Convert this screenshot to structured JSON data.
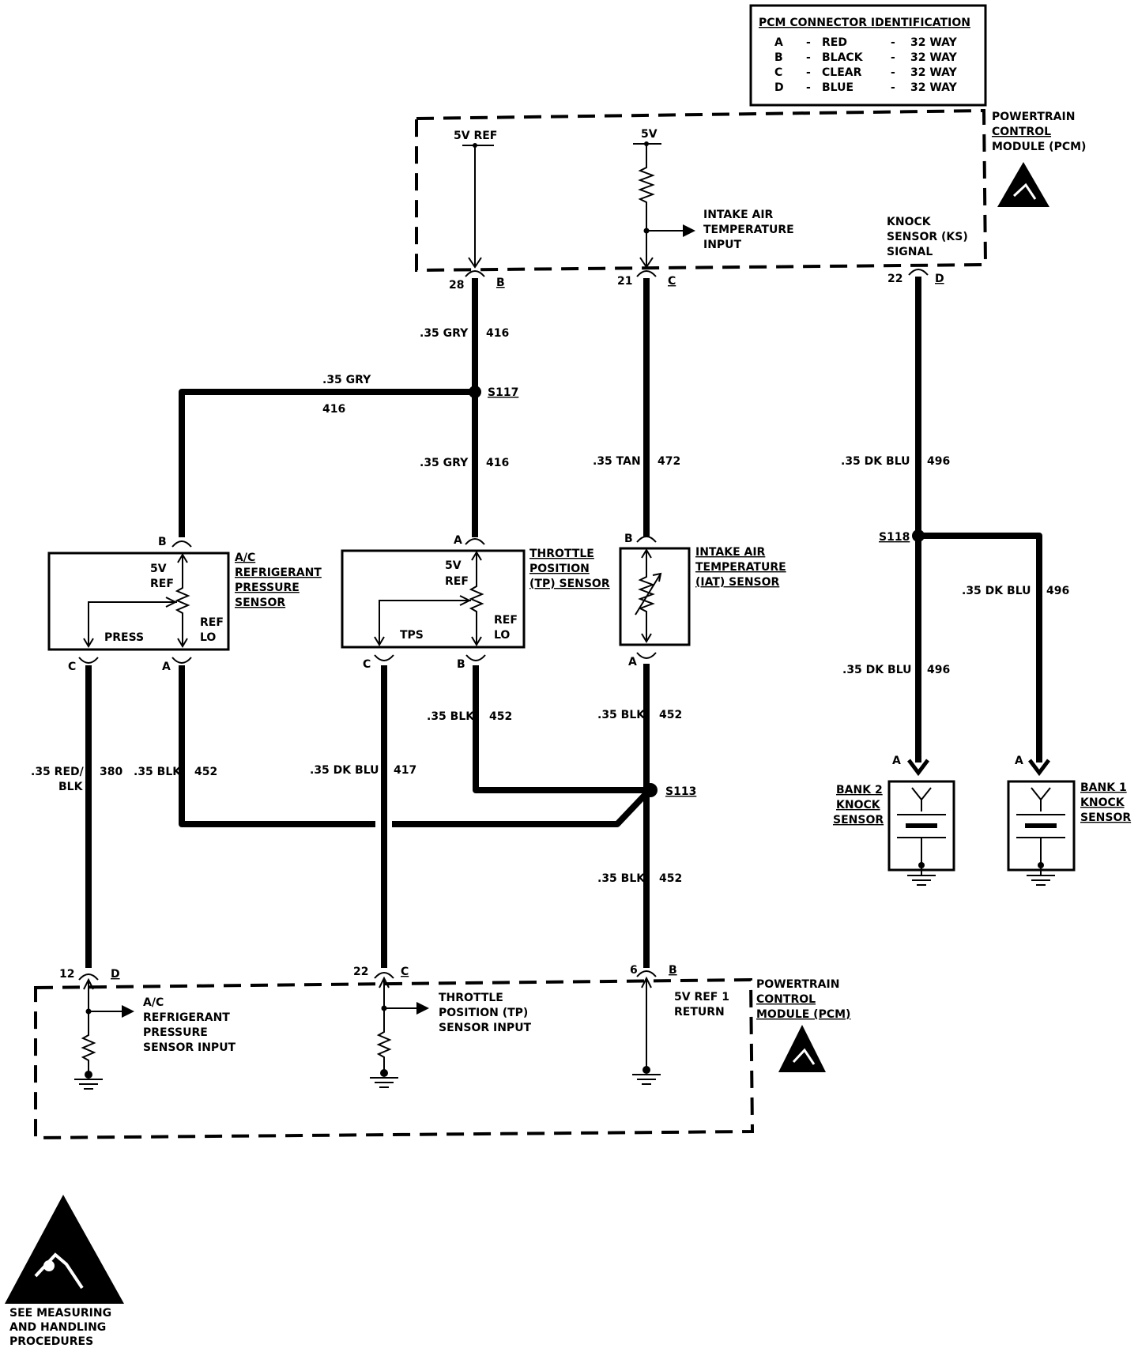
{
  "pcm_id": {
    "title": "PCM CONNECTOR IDENTIFICATION",
    "rows": [
      {
        "letter": "A",
        "sep": "-",
        "color": "RED",
        "sep2": "-",
        "ways": "32 WAY"
      },
      {
        "letter": "B",
        "sep": "-",
        "color": "BLACK",
        "sep2": "-",
        "ways": "32 WAY"
      },
      {
        "letter": "C",
        "sep": "-",
        "color": "CLEAR",
        "sep2": "-",
        "ways": "32 WAY"
      },
      {
        "letter": "D",
        "sep": "-",
        "color": "BLUE",
        "sep2": "-",
        "ways": "32 WAY"
      }
    ]
  },
  "pcm_top": {
    "label": [
      "POWERTRAIN",
      "CONTROL",
      "MODULE (PCM)"
    ],
    "five_v_ref": "5V  REF",
    "five_v": "5V",
    "iat_input": [
      "INTAKE AIR",
      "TEMPERATURE",
      "INPUT"
    ],
    "ks_signal": [
      "KNOCK",
      "SENSOR (KS)",
      "SIGNAL"
    ],
    "pins": [
      {
        "num": "28",
        "cav": "B"
      },
      {
        "num": "21",
        "cav": "C"
      },
      {
        "num": "22",
        "cav": "D"
      }
    ]
  },
  "wires": {
    "w416_a": {
      "gauge": ".35 GRY",
      "circuit": "416"
    },
    "w416_b": {
      "gauge": ".35 GRY",
      "circuit": "416"
    },
    "w416_c": {
      "gauge": ".35 GRY",
      "circuit": "416"
    },
    "w472": {
      "gauge": ".35 TAN",
      "circuit": "472"
    },
    "w496_a": {
      "gauge": ".35 DK BLU",
      "circuit": "496"
    },
    "w496_b": {
      "gauge": ".35 DK BLU",
      "circuit": "496"
    },
    "w496_c": {
      "gauge": ".35 DK BLU",
      "circuit": "496"
    },
    "w380": {
      "gauge_1": ".35 RED/",
      "gauge_2": "BLK",
      "circuit": "380"
    },
    "w452_ac": {
      "gauge": ".35 BLK",
      "circuit": "452"
    },
    "w417": {
      "gauge": ".35 DK BLU",
      "circuit": "417"
    },
    "w452_tp": {
      "gauge": ".35 BLK",
      "circuit": "452"
    },
    "w452_iat": {
      "gauge": ".35 BLK",
      "circuit": "452"
    },
    "w452_ret": {
      "gauge": ".35 BLK",
      "circuit": "452"
    }
  },
  "splices": {
    "s117": "S117",
    "s118": "S118",
    "s113": "S113"
  },
  "ac_sensor": {
    "label": [
      "A/C",
      "REFRIGERANT",
      "PRESSURE",
      "SENSOR"
    ],
    "five_v": "5V",
    "ref": "REF",
    "ref_lo_1": "REF",
    "ref_lo_2": "LO",
    "press": "PRESS",
    "pin_b": "B",
    "pin_c": "C",
    "pin_a": "A"
  },
  "tp_sensor": {
    "label": [
      "THROTTLE",
      "POSITION",
      "(TP) SENSOR"
    ],
    "five_v": "5V",
    "ref": "REF",
    "ref_lo_1": "REF",
    "ref_lo_2": "LO",
    "tps": "TPS",
    "pin_a": "A",
    "pin_c": "C",
    "pin_b": "B"
  },
  "iat_sensor": {
    "label": [
      "INTAKE AIR",
      "TEMPERATURE",
      "(IAT) SENSOR"
    ],
    "pin_b": "B",
    "pin_a": "A"
  },
  "knock2": {
    "label": [
      "BANK 2",
      "KNOCK",
      "SENSOR"
    ],
    "pin": "A"
  },
  "knock1": {
    "label": [
      "BANK 1",
      "KNOCK",
      "SENSOR"
    ],
    "pin": "A"
  },
  "pcm_bottom": {
    "label": [
      "POWERTRAIN",
      "CONTROL",
      "MODULE (PCM)"
    ],
    "ac_input": [
      "A/C",
      "REFRIGERANT",
      "PRESSURE",
      "SENSOR INPUT"
    ],
    "tp_input": [
      "THROTTLE",
      "POSITION (TP)",
      "SENSOR  INPUT"
    ],
    "ret": [
      "5V REF 1",
      "RETURN"
    ],
    "pins": [
      {
        "num": "12",
        "cav": "D"
      },
      {
        "num": "22",
        "cav": "C"
      },
      {
        "num": "6",
        "cav": "B"
      }
    ]
  },
  "esd_note": [
    "SEE MEASURING",
    "AND HANDLING",
    "PROCEDURES"
  ]
}
